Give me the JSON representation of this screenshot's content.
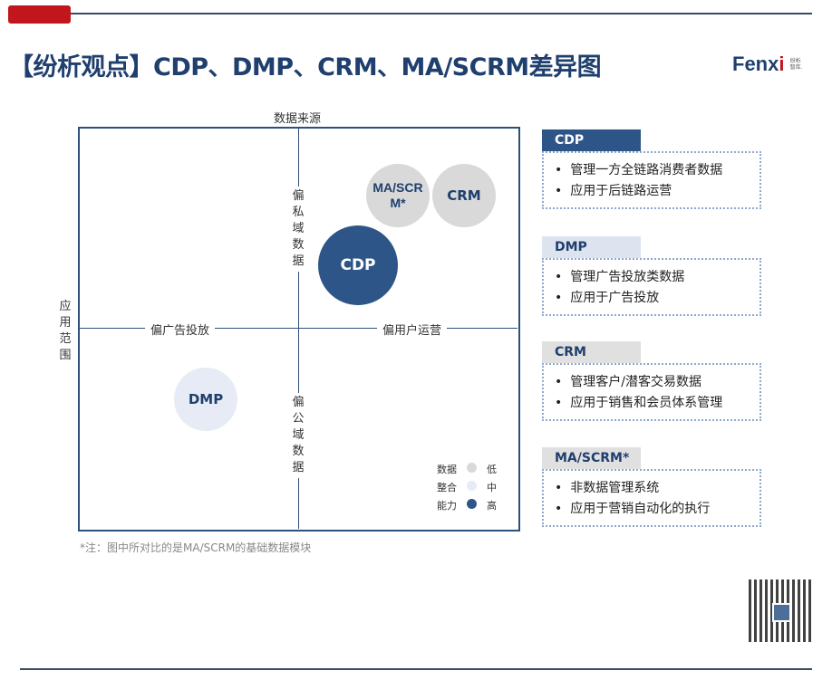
{
  "header": {
    "title": "【纷析观点】CDP、DMP、CRM、MA/SCRM差异图",
    "logo_text": "Fenx",
    "logo_i": "i",
    "logo_sub": "纷析智库."
  },
  "chart": {
    "top_label": "数据来源",
    "left_label": "应用范围",
    "left_axis": "偏广告投放",
    "right_axis": "偏用户运营",
    "upper_axis": "偏私域数据",
    "lower_axis": "偏公域数据",
    "circles": [
      {
        "label": "MA/SCRM*",
        "level": "低"
      },
      {
        "label": "CRM",
        "level": "低"
      },
      {
        "label": "CDP",
        "level": "高"
      },
      {
        "label": "DMP",
        "level": "中"
      }
    ],
    "legend": {
      "title": [
        "数据",
        "整合",
        "能力"
      ],
      "levels": [
        "低",
        "中",
        "高"
      ],
      "colors": [
        "#d9d9d9",
        "#e6ebf5",
        "#2e5587"
      ]
    }
  },
  "note": "*注：图中所对比的是MA/SCRM的基础数据模块",
  "panels": [
    {
      "title": "CDP",
      "items": [
        "管理一方全链路消费者数据",
        "应用于后链路运营"
      ]
    },
    {
      "title": "DMP",
      "items": [
        "管理广告投放类数据",
        "应用于广告投放"
      ]
    },
    {
      "title": "CRM",
      "items": [
        "管理客户/潜客交易数据",
        "应用于销售和会员体系管理"
      ]
    },
    {
      "title": "MA/SCRM*",
      "items": [
        "非数据管理系统",
        "应用于营销自动化的执行"
      ]
    }
  ]
}
